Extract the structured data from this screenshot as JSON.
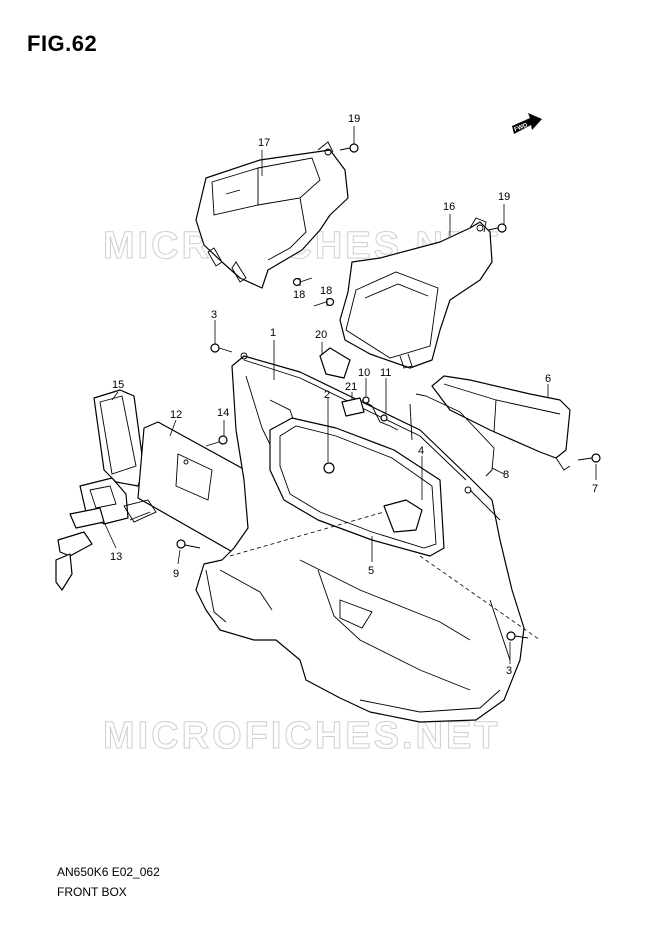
{
  "title": "FIG.62",
  "code": "AN650K6 E02_062",
  "caption": "FRONT BOX",
  "watermark": "MICROFICHES.NET",
  "fwd_label": "FWD",
  "callouts": [
    {
      "id": "c1",
      "label": "1"
    },
    {
      "id": "c2",
      "label": "2"
    },
    {
      "id": "c3a",
      "label": "3"
    },
    {
      "id": "c3b",
      "label": "3"
    },
    {
      "id": "c4",
      "label": "4"
    },
    {
      "id": "c5",
      "label": "5"
    },
    {
      "id": "c6",
      "label": "6"
    },
    {
      "id": "c7",
      "label": "7"
    },
    {
      "id": "c8",
      "label": "8"
    },
    {
      "id": "c9",
      "label": "9"
    },
    {
      "id": "c10",
      "label": "10"
    },
    {
      "id": "c11",
      "label": "11"
    },
    {
      "id": "c12",
      "label": "12"
    },
    {
      "id": "c13",
      "label": "13"
    },
    {
      "id": "c14",
      "label": "14"
    },
    {
      "id": "c15",
      "label": "15"
    },
    {
      "id": "c16",
      "label": "16"
    },
    {
      "id": "c17",
      "label": "17"
    },
    {
      "id": "c18a",
      "label": "18"
    },
    {
      "id": "c18b",
      "label": "18"
    },
    {
      "id": "c19a",
      "label": "19"
    },
    {
      "id": "c19b",
      "label": "19"
    },
    {
      "id": "c20",
      "label": "20"
    },
    {
      "id": "c21",
      "label": "21"
    }
  ]
}
